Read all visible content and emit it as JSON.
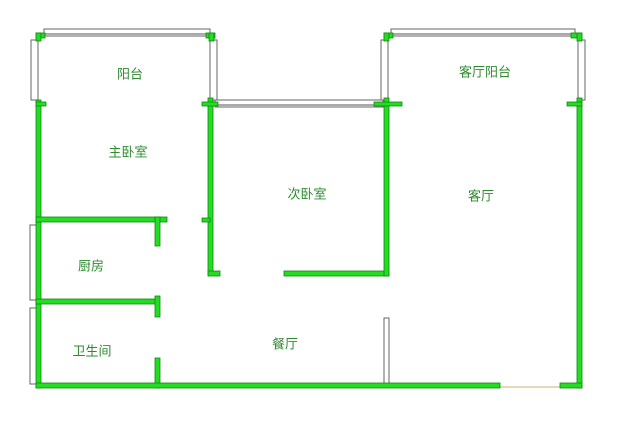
{
  "title": "Floor plan",
  "rooms": {
    "balcony": "阳台",
    "master_bedroom": "主卧室",
    "second_bedroom": "次卧室",
    "living_balcony": "客厅阳台",
    "living_room": "客厅",
    "kitchen": "厨房",
    "bathroom": "卫生间",
    "dining_room": "餐厅"
  },
  "colors": {
    "wall": "#22dd22",
    "label": "#2f8a2f",
    "window": "#777777"
  }
}
